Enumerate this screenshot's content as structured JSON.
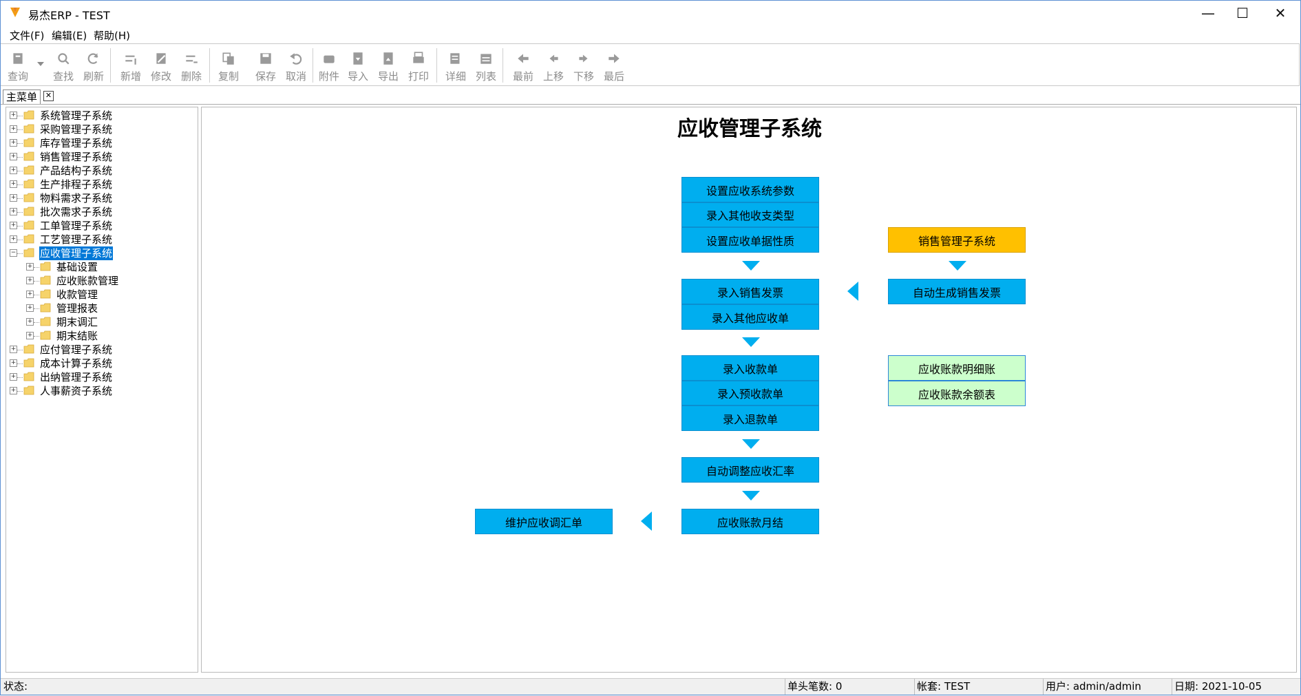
{
  "window": {
    "title": "易杰ERP - TEST",
    "minimize_glyph": "—",
    "maximize_glyph": "☐",
    "close_glyph": "✕"
  },
  "menu": {
    "items": [
      "文件(F)",
      "编辑(E)",
      "帮助(H)"
    ]
  },
  "toolbar": {
    "buttons": [
      {
        "label": "查询",
        "icon": "query-icon"
      },
      {
        "label": "查找",
        "icon": "find-icon"
      },
      {
        "label": "刷新",
        "icon": "refresh-icon"
      },
      {
        "label": "新增",
        "icon": "add-icon"
      },
      {
        "label": "修改",
        "icon": "edit-icon"
      },
      {
        "label": "删除",
        "icon": "delete-icon"
      },
      {
        "label": "复制",
        "icon": "copy-icon"
      },
      {
        "label": "保存",
        "icon": "save-icon"
      },
      {
        "label": "取消",
        "icon": "undo-icon"
      },
      {
        "label": "附件",
        "icon": "attachment-icon"
      },
      {
        "label": "导入",
        "icon": "import-icon"
      },
      {
        "label": "导出",
        "icon": "export-icon"
      },
      {
        "label": "打印",
        "icon": "print-icon"
      },
      {
        "label": "详细",
        "icon": "detail-icon"
      },
      {
        "label": "列表",
        "icon": "list-icon"
      },
      {
        "label": "最前",
        "icon": "first-icon"
      },
      {
        "label": "上移",
        "icon": "prev-icon"
      },
      {
        "label": "下移",
        "icon": "next-icon"
      },
      {
        "label": "最后",
        "icon": "last-icon"
      }
    ]
  },
  "tabs": {
    "main_label": "主菜单",
    "close_glyph": "✕"
  },
  "tree": {
    "items": [
      {
        "label": "系统管理子系统",
        "level": 0
      },
      {
        "label": "采购管理子系统",
        "level": 0
      },
      {
        "label": "库存管理子系统",
        "level": 0
      },
      {
        "label": "销售管理子系统",
        "level": 0
      },
      {
        "label": "产品结构子系统",
        "level": 0
      },
      {
        "label": "生产排程子系统",
        "level": 0
      },
      {
        "label": "物料需求子系统",
        "level": 0
      },
      {
        "label": "批次需求子系统",
        "level": 0
      },
      {
        "label": "工单管理子系统",
        "level": 0
      },
      {
        "label": "工艺管理子系统",
        "level": 0
      },
      {
        "label": "应收管理子系统",
        "level": 0,
        "expanded": true,
        "selected": true
      },
      {
        "label": "基础设置",
        "level": 1
      },
      {
        "label": "应收账款管理",
        "level": 1
      },
      {
        "label": "收款管理",
        "level": 1
      },
      {
        "label": "管理报表",
        "level": 1
      },
      {
        "label": "期末调汇",
        "level": 1
      },
      {
        "label": "期末结账",
        "level": 1
      },
      {
        "label": "应付管理子系统",
        "level": 0
      },
      {
        "label": "成本计算子系统",
        "level": 0
      },
      {
        "label": "出纳管理子系统",
        "level": 0
      },
      {
        "label": "人事薪资子系统",
        "level": 0
      }
    ]
  },
  "flow": {
    "title": "应收管理子系统",
    "group1": [
      "设置应收系统参数",
      "录入其他收支类型",
      "设置应收单据性质"
    ],
    "group2": [
      "录入销售发票",
      "录入其他应收单"
    ],
    "group3": [
      "录入收款单",
      "录入预收款单",
      "录入退款单"
    ],
    "adjust": "自动调整应收汇率",
    "monthly": "应收账款月结",
    "maintain": "维护应收调汇单",
    "sales_system": "销售管理子系统",
    "auto_invoice": "自动生成销售发票",
    "reports": [
      "应收账款明细账",
      "应收账款余额表"
    ],
    "colors": {
      "blue": "#00aeef",
      "yellow": "#ffc000",
      "green": "#ccffcc"
    }
  },
  "status": {
    "label": "状态:",
    "header_count": "单头笔数: 0",
    "account": "帐套: TEST",
    "user": "用户: admin/admin",
    "date": "日期: 2021-10-05"
  }
}
